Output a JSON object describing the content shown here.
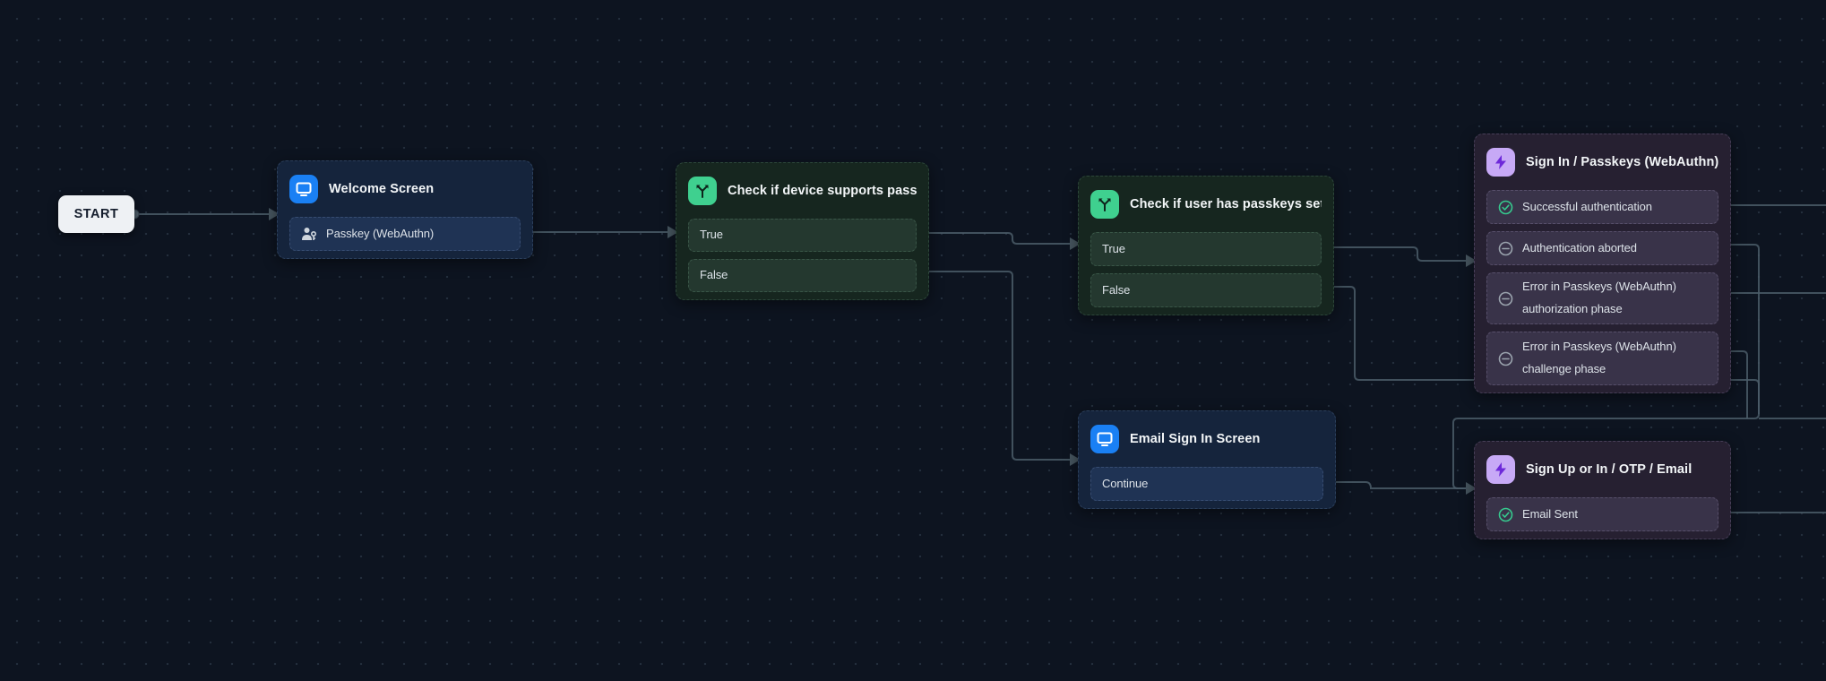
{
  "canvas": {
    "background": "#0d1420",
    "edge_color": "#4b5c68",
    "accent_blue": "#1a80f4",
    "accent_green": "#3fd08f",
    "accent_purple": "#c7a9f6",
    "status_green": "#36c98e",
    "status_grey": "#9aa3ad"
  },
  "start": {
    "label": "START"
  },
  "nodes": [
    {
      "id": "welcome-screen",
      "type": "screen",
      "icon": "monitor-icon",
      "title": "Welcome Screen",
      "rows": [
        {
          "label": "Passkey (WebAuthn)",
          "icon": "user-key-icon"
        }
      ]
    },
    {
      "id": "device-passkey-check",
      "type": "condition",
      "icon": "branch-icon",
      "title": "Check if device supports passke...",
      "rows": [
        {
          "label": "True"
        },
        {
          "label": "False"
        }
      ]
    },
    {
      "id": "user-passkey-check",
      "type": "condition",
      "icon": "branch-icon",
      "title": "Check if user has passkeys set",
      "rows": [
        {
          "label": "True"
        },
        {
          "label": "False"
        }
      ]
    },
    {
      "id": "sign-in-passkeys",
      "type": "action",
      "icon": "bolt-icon",
      "title": "Sign In / Passkeys (WebAuthn)",
      "rows": [
        {
          "label": "Successful authentication",
          "icon": "check-circle-icon"
        },
        {
          "label": "Authentication aborted",
          "icon": "minus-circle-icon"
        },
        {
          "label": "Error in Passkeys (WebAuthn) authorization phase",
          "icon": "minus-circle-icon"
        },
        {
          "label": "Error in Passkeys (WebAuthn) challenge phase",
          "icon": "minus-circle-icon"
        }
      ]
    },
    {
      "id": "email-sign-in-screen",
      "type": "screen",
      "icon": "monitor-icon",
      "title": "Email Sign In Screen",
      "rows": [
        {
          "label": "Continue"
        }
      ]
    },
    {
      "id": "sign-up-or-in-otp-email",
      "type": "action",
      "icon": "bolt-icon",
      "title": "Sign Up or In / OTP / Email",
      "rows": [
        {
          "label": "Email Sent",
          "icon": "check-circle-icon"
        }
      ]
    }
  ]
}
